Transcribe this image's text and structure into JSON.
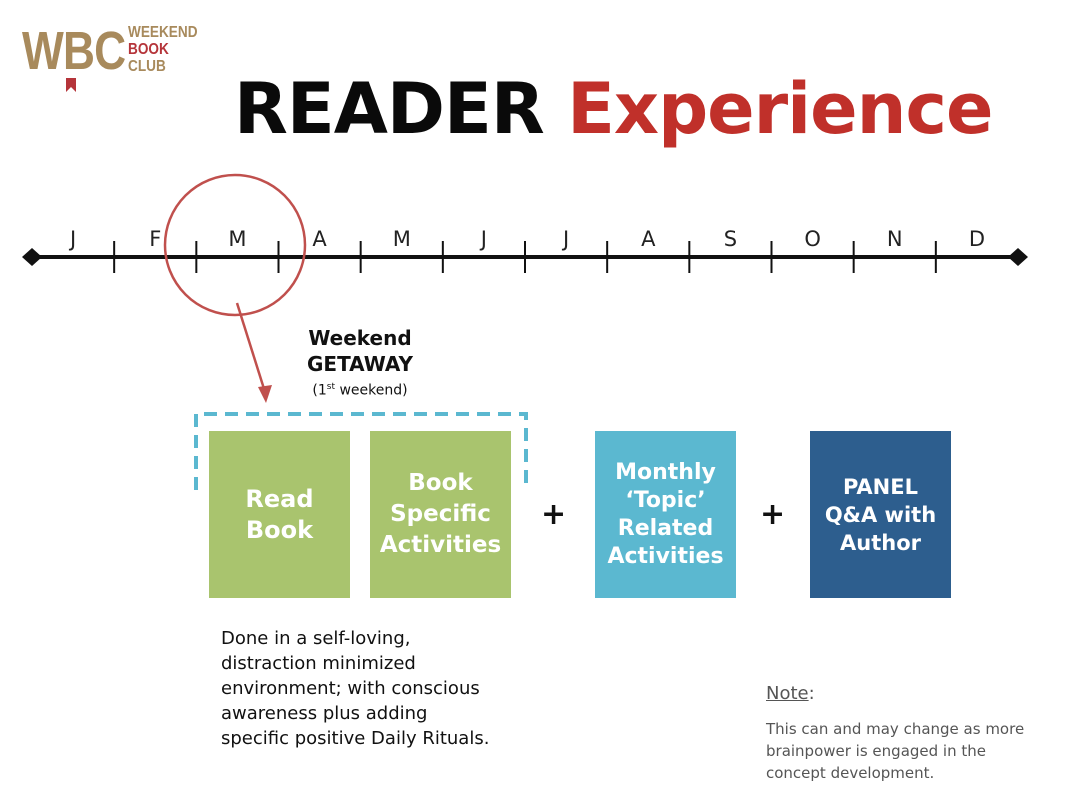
{
  "logo": {
    "initials": "WBC",
    "line1": "WEEKEND",
    "line2": "BOOK",
    "line3": "CLUB"
  },
  "title": {
    "part1": "READER",
    "part2": "Experience"
  },
  "timeline": {
    "months": [
      "J",
      "F",
      "M",
      "A",
      "M",
      "J",
      "J",
      "A",
      "S",
      "O",
      "N",
      "D"
    ],
    "highlighted_month_index": 2
  },
  "getaway": {
    "line1": "Weekend",
    "line2": "GETAWAY",
    "line3_prefix": "(1",
    "line3_sup": "st",
    "line3_suffix": " weekend)"
  },
  "boxes": [
    {
      "label": "Read\nBook"
    },
    {
      "label": "Book\nSpecific\nActivities"
    },
    {
      "label": "Monthly\n‘Topic’\nRelated\nActivities"
    },
    {
      "label": "PANEL\nQ&A with\nAuthor"
    }
  ],
  "plus": "+",
  "description": "Done in a self-loving,\ndistraction minimized\nenvironment; with conscious\nawareness plus adding\nspecific positive Daily Rituals.",
  "note": {
    "label": "Note",
    "colon": ":",
    "text": "This can and may change as more\nbrainpower is engaged in the\nconcept development."
  },
  "colors": {
    "logo_gold": "#a88a5c",
    "logo_red": "#b5343a",
    "title_red": "#c0302a",
    "green_box": "#a9c46e",
    "light_blue_box": "#5bb8d0",
    "dark_blue_box": "#2d5e8e",
    "circle_stroke": "#c0504d",
    "dashed_bracket": "#5bb8d0"
  }
}
